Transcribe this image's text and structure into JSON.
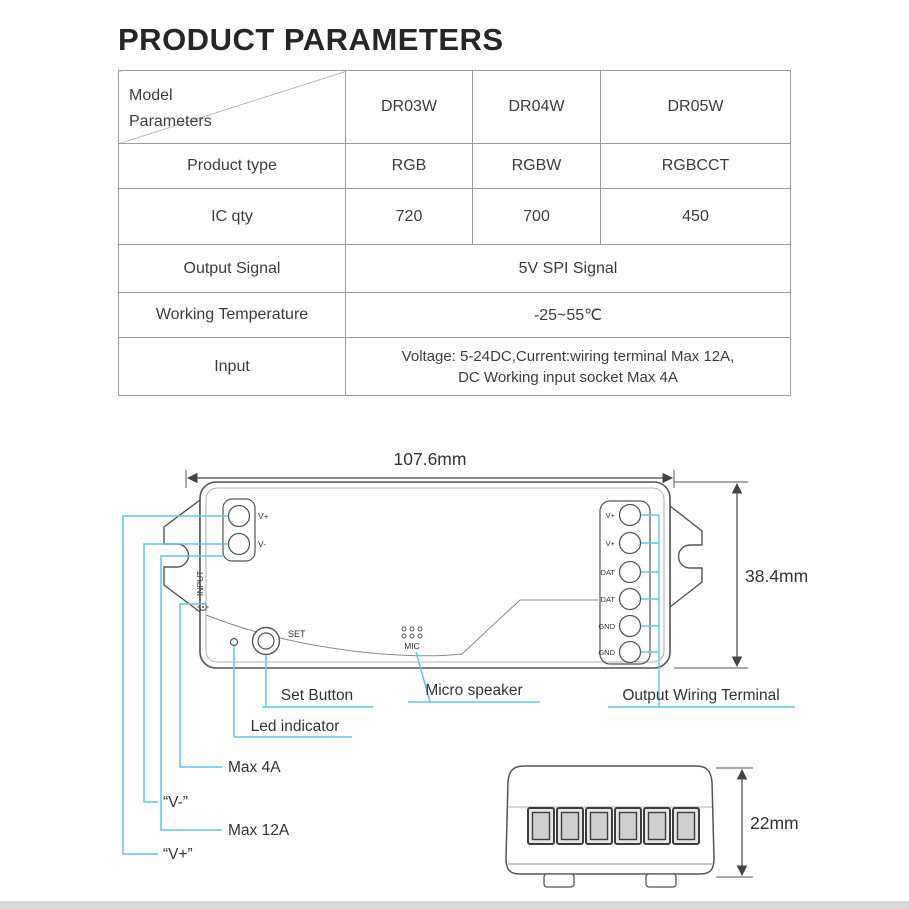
{
  "title": "PRODUCT PARAMETERS",
  "table": {
    "corner": {
      "line1": "Model",
      "line2": "Parameters"
    },
    "models": [
      "DR03W",
      "DR04W",
      "DR05W"
    ],
    "rows": [
      {
        "label": "Product type",
        "values": [
          "RGB",
          "RGBW",
          "RGBCCT"
        ]
      },
      {
        "label": "IC qty",
        "values": [
          "720",
          "700",
          "450"
        ]
      },
      {
        "label": "Output Signal",
        "value": "5V SPI Signal"
      },
      {
        "label": "Working Temperature",
        "value": "-25~55℃"
      },
      {
        "label": "Input",
        "value_line1": "Voltage:  5-24DC,Current:wiring terminal Max 12A,",
        "value_line2": "DC Working input socket Max 4A"
      }
    ]
  },
  "diagram": {
    "width_dim": "107.6mm",
    "height_dim": "38.4mm",
    "thickness_dim": "22mm",
    "input_label": "INPUT",
    "input_terminals": [
      "V+",
      "V-"
    ],
    "output_terminals": [
      "V+",
      "V+",
      "DAT",
      "DAT",
      "GND",
      "GND"
    ],
    "set_button_label": "SET",
    "mic_label": "MIC",
    "labels": {
      "set_button": "Set Button",
      "micro_speaker": "Micro speaker",
      "output_wiring": "Output Wiring Terminal",
      "led_indicator": "Led indicator",
      "max_4a": "Max 4A",
      "v_minus": "“V-”",
      "max_12a": "Max 12A",
      "v_plus": "“V+”"
    },
    "colors": {
      "callout_blue": "#5fc6ef",
      "outline_gray": "#555555"
    }
  }
}
